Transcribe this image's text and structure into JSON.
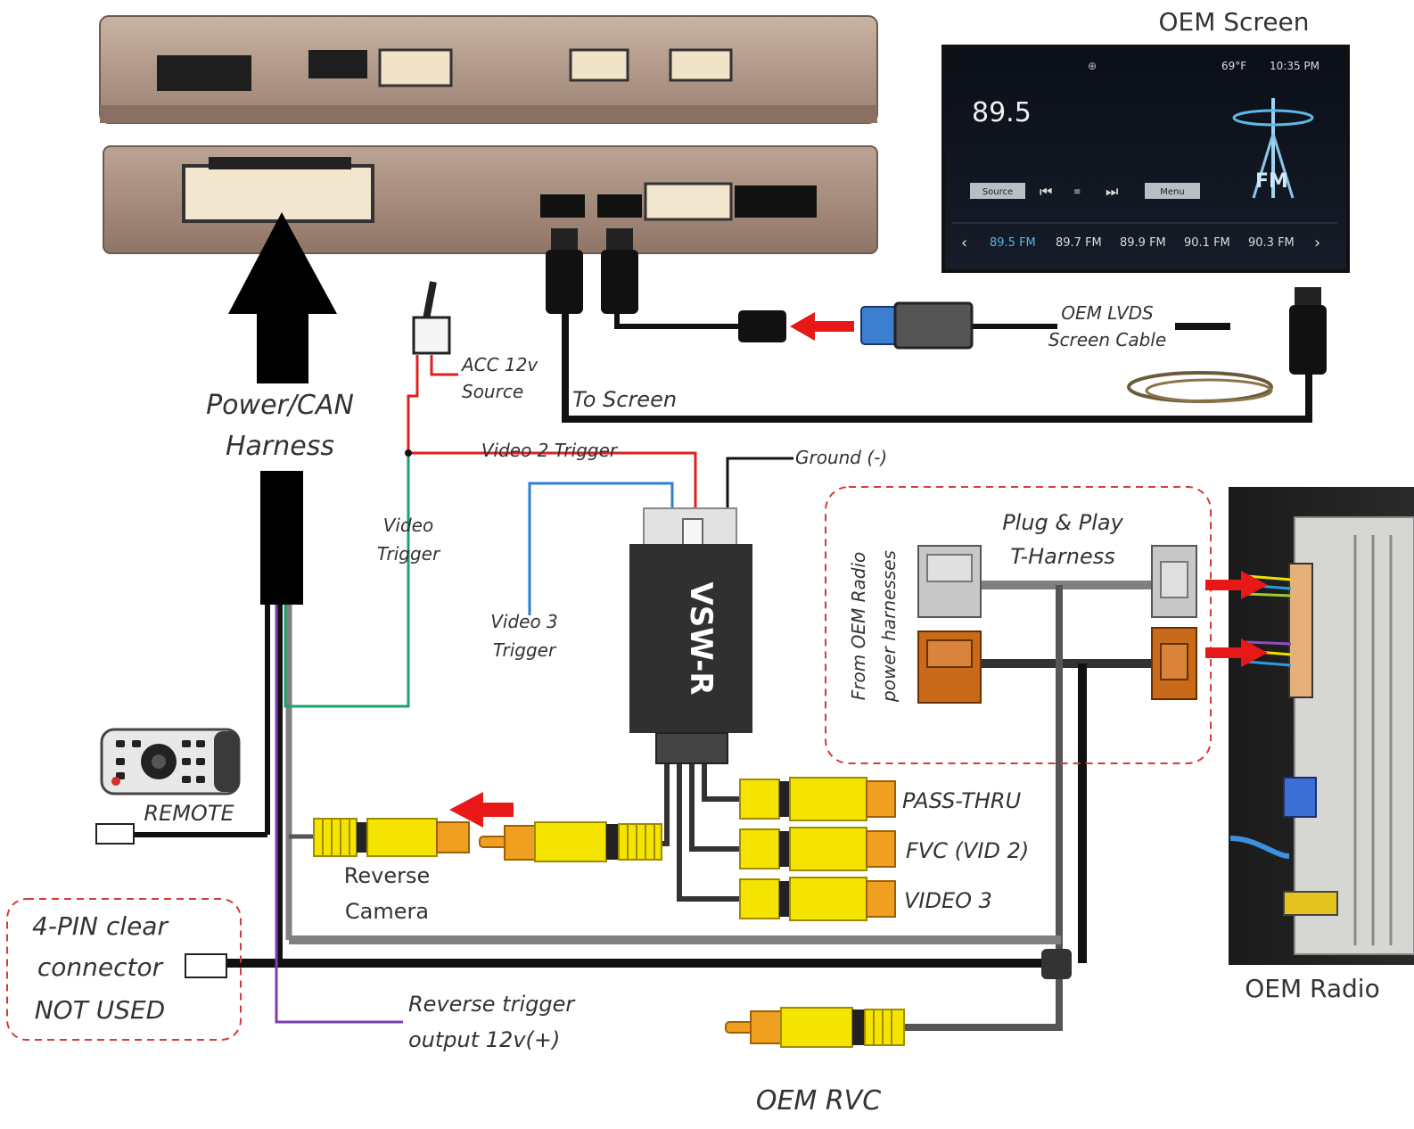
{
  "labels": {
    "oem_screen": "OEM Screen",
    "power_can_1": "Power/CAN",
    "power_can_2": "Harness",
    "acc_1": "ACC 12v",
    "acc_2": "Source",
    "to_screen": "To Screen",
    "lvds_1": "OEM LVDS",
    "lvds_2": "Screen Cable",
    "video2_trigger": "Video 2 Trigger",
    "ground": "Ground (-)",
    "video_trigger_1": "Video",
    "video_trigger_2": "Trigger",
    "video3_trigger_1": "Video 3",
    "video3_trigger_2": "Trigger",
    "module": "VSW-R",
    "plug_play_1": "Plug & Play",
    "plug_play_2": "T-Harness",
    "from_oem_1": "From OEM Radio",
    "from_oem_2": "power harnesses",
    "remote": "REMOTE",
    "pass_thru": "PASS-THRU",
    "fvc": "FVC (VID 2)",
    "video3": "VIDEO 3",
    "reverse_cam_1": "Reverse",
    "reverse_cam_2": "Camera",
    "four_pin_1": "4-PIN clear",
    "four_pin_2": "connector",
    "four_pin_3": "NOT USED",
    "reverse_trig_1": "Reverse trigger",
    "reverse_trig_2": "output 12v(+)",
    "oem_rvc": "OEM RVC",
    "oem_radio": "OEM Radio"
  },
  "screen": {
    "frequency": "89.5",
    "temperature": "69°F",
    "time": "10:35 PM",
    "source_button": "Source",
    "menu_button": "Menu",
    "band": "FM",
    "presets": [
      "89.5 FM",
      "89.7 FM",
      "89.9 FM",
      "90.1 FM",
      "90.3 FM"
    ]
  },
  "colors": {
    "wire_red": "#e02020",
    "wire_green": "#1aa36a",
    "wire_blue": "#2e7fd0",
    "wire_purple": "#7b3fb0",
    "arrow_red": "#e81818",
    "rca_yellow": "#f5e400",
    "rca_orange": "#f0a020",
    "harness_orange": "#c96a1a",
    "dashed_outline": "#d43b3b",
    "box_bronze": "#b39b8a"
  }
}
